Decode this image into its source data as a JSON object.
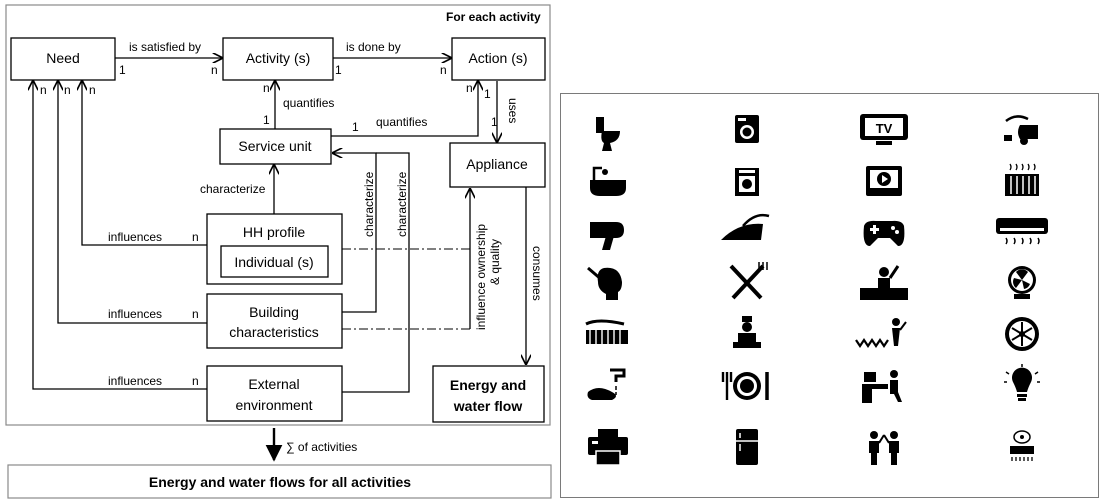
{
  "frame_title": "For each activity",
  "boxes": {
    "need": "Need",
    "activity": "Activity (s)",
    "action": "Action (s)",
    "service_unit": "Service unit",
    "appliance": "Appliance",
    "hh_profile": "HH profile",
    "individual": "Individual (s)",
    "building_1": "Building",
    "building_2": "characteristics",
    "external_1": "External",
    "external_2": "environment",
    "energy_1": "Energy and",
    "energy_2": "water flow",
    "total": "Energy and water flows for all activities"
  },
  "relations": {
    "is_satisfied_by": "is satisfied by",
    "is_done_by": "is done by",
    "quantifies": "quantifies",
    "uses": "uses",
    "characterize": "characterize",
    "influences": "influences",
    "consumes": "consumes",
    "influence_1": "influence ownership",
    "influence_2": "& quality",
    "sum": "∑ of activities"
  },
  "cardinality": {
    "one": "1",
    "many": "n"
  },
  "icons": [
    "toilet-icon",
    "washing-machine-icon",
    "tv-icon",
    "vacuum-cleaner-icon",
    "bathtub-icon",
    "dryer-icon",
    "video-player-icon",
    "radiator-icon",
    "hair-dryer-icon",
    "iron-icon",
    "game-controller-icon",
    "air-conditioner-icon",
    "shaving-icon",
    "cutlery-icon",
    "dj-icon",
    "fan-icon",
    "toothbrush-icon",
    "chef-icon",
    "reading-icon",
    "ceiling-fan-icon",
    "hand-washing-icon",
    "dining-icon",
    "desk-work-icon",
    "light-bulb-icon",
    "printer-icon",
    "refrigerator-icon",
    "socializing-icon",
    "smoke-detector-icon"
  ]
}
